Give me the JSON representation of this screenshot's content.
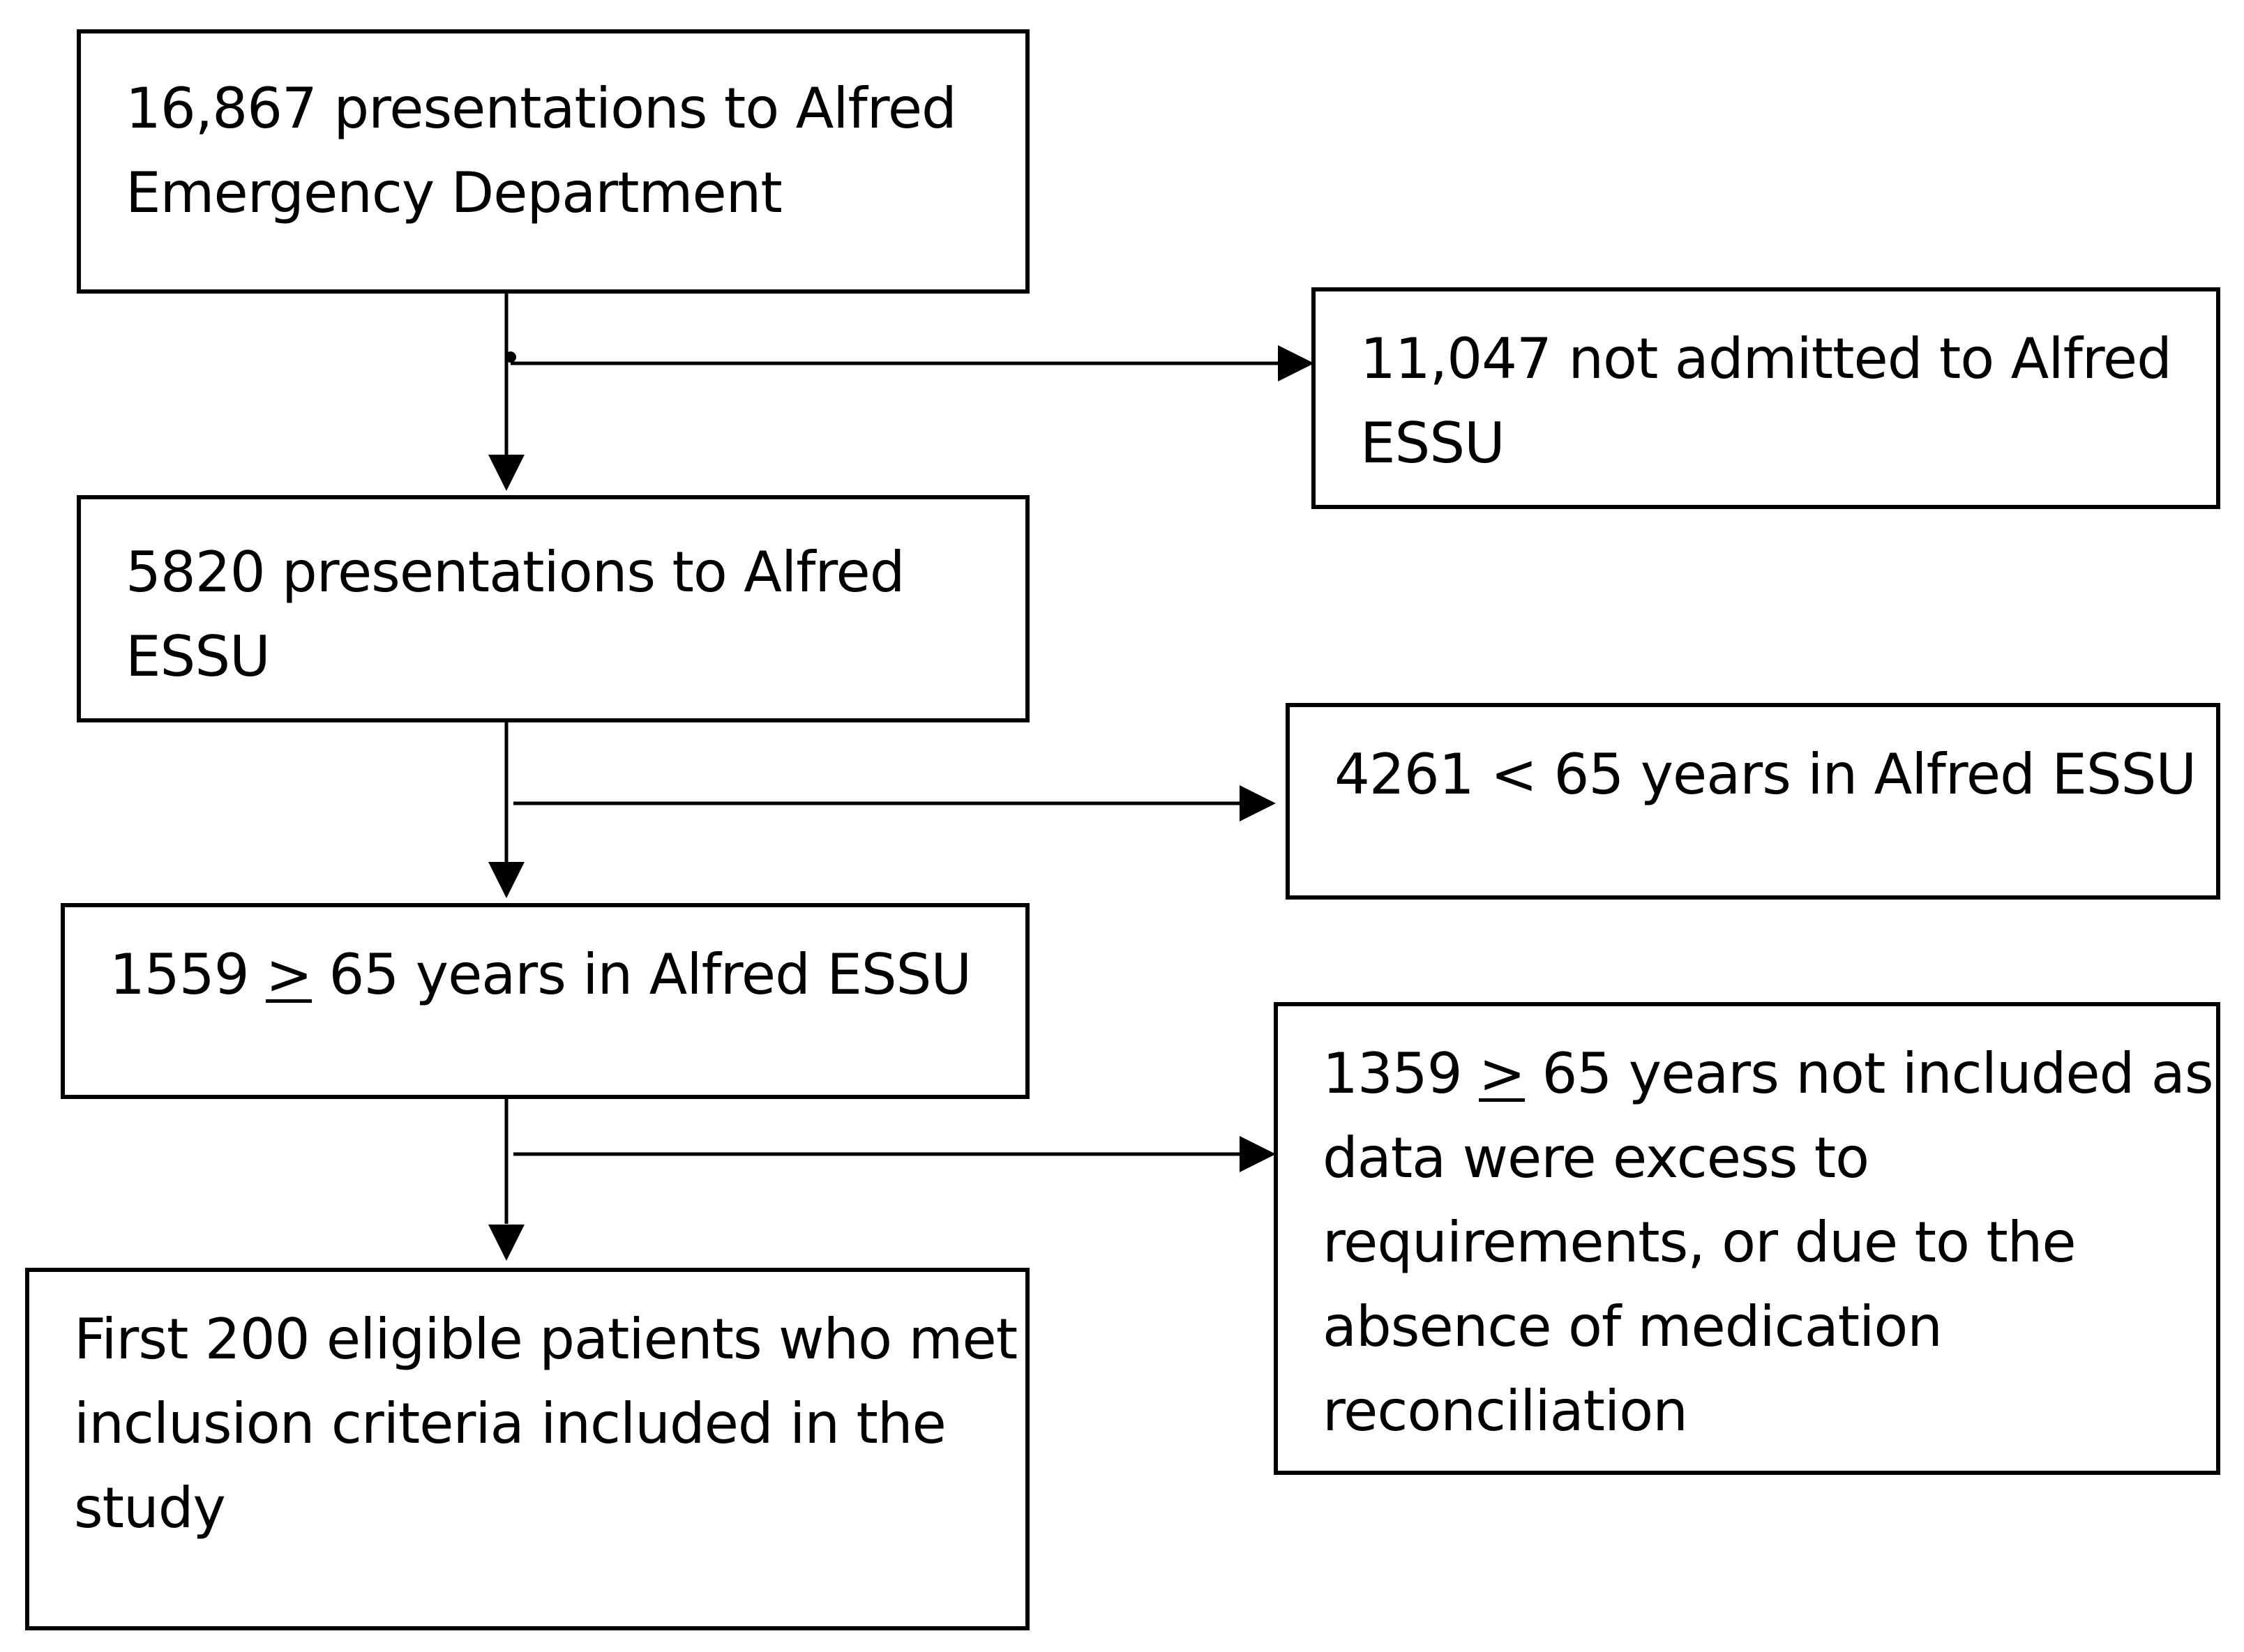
{
  "flowchart": {
    "main_steps": [
      {
        "lines": [
          "16,867 presentations to Alfred",
          "Emergency Department"
        ]
      },
      {
        "lines": [
          "5820 presentations to Alfred",
          "ESSU"
        ]
      },
      {
        "count": "1559",
        "symbol": ">",
        "rest": " 65 years in Alfred ESSU"
      },
      {
        "lines": [
          "First 200 eligible patients who met",
          "inclusion criteria included in the",
          "study"
        ]
      }
    ],
    "exclusions": [
      {
        "lines": [
          "11,047 not admitted to Alfred",
          "ESSU"
        ]
      },
      {
        "lines": [
          "4261 < 65 years in Alfred ESSU"
        ]
      },
      {
        "count": "1359",
        "symbol": ">",
        "rest": " 65 years not included as",
        "lines": [
          "data were excess to",
          "requirements, or due to the",
          "absence of medication",
          "reconciliation"
        ]
      }
    ]
  }
}
